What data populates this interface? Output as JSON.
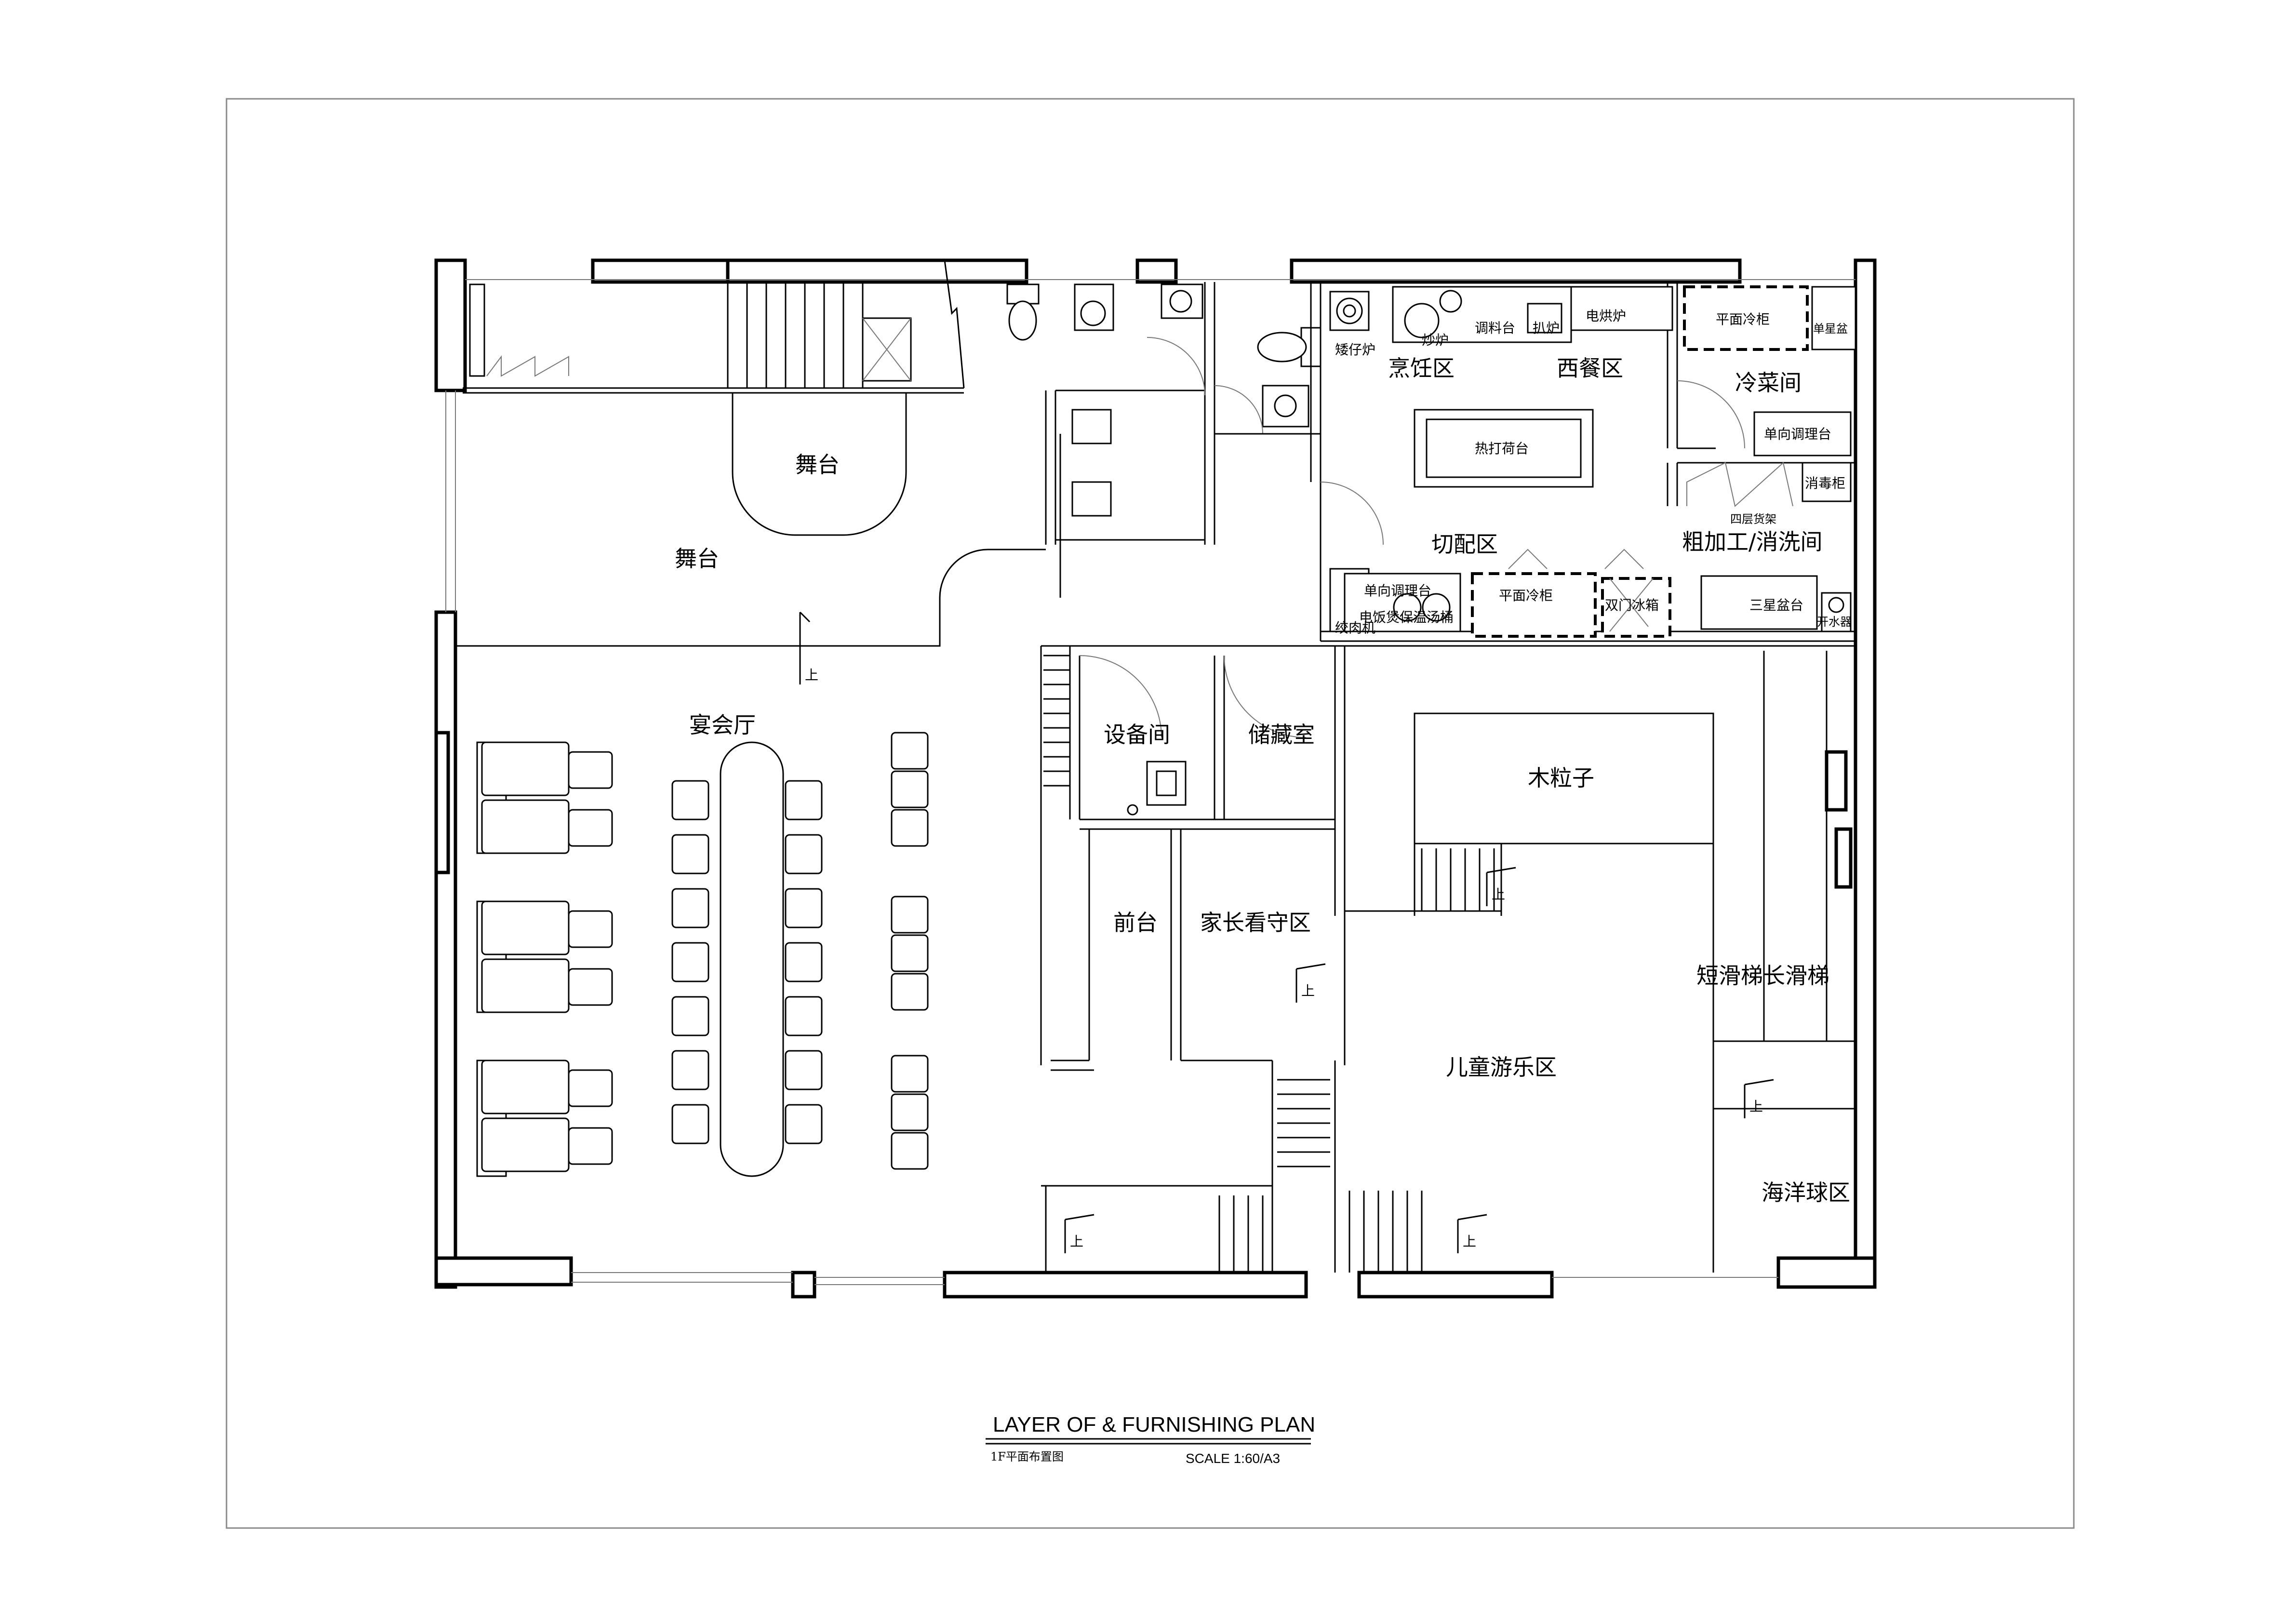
{
  "title_block": {
    "title": "LAYER OF & FURNISHING PLAN",
    "subtitle": "1F平面布置图",
    "scale": "SCALE    1:60/A3"
  },
  "rooms": {
    "stage_round": "舞台",
    "stage": "舞台",
    "banquet_hall": "宴会厅",
    "equipment_room": "设备间",
    "storage_room": "储藏室",
    "front_desk": "前台",
    "parent_area": "家长看守区",
    "wood_pellet": "木粒子",
    "slides": "短滑梯长滑梯",
    "kids_play_area": "儿童游乐区",
    "ball_pit": "海洋球区",
    "cooking_area": "烹饪区",
    "western_kitchen": "西餐区",
    "cold_dish_room": "冷菜间",
    "prep_area": "切配区",
    "washing_room": "粗加工/消洗间"
  },
  "kitchen_equipment": {
    "dwarf_stove": "矮仔炉",
    "stir_fry_stove": "炒炉",
    "seasoning_table": "调料台",
    "grill_stove": "扒炉",
    "electric_oven": "电烘炉",
    "flat_fridge_top": "平面冷柜",
    "single_sink": "单星盆",
    "hot_counter": "热打荷台",
    "single_prep_top": "单向调理台",
    "disinfection_cabinet": "消毒柜",
    "four_tier_shelf": "四层货架",
    "single_prep_bottom": "单向调理台",
    "rice_warmer": "电饭煲保温汤桶",
    "meat_grinder": "绞肉机",
    "flat_fridge_bottom": "平面冷柜",
    "double_door_fridge": "双门冰箱",
    "triple_sink": "三星盆台",
    "water_heater": "开水器"
  },
  "stair_up_label": "上"
}
